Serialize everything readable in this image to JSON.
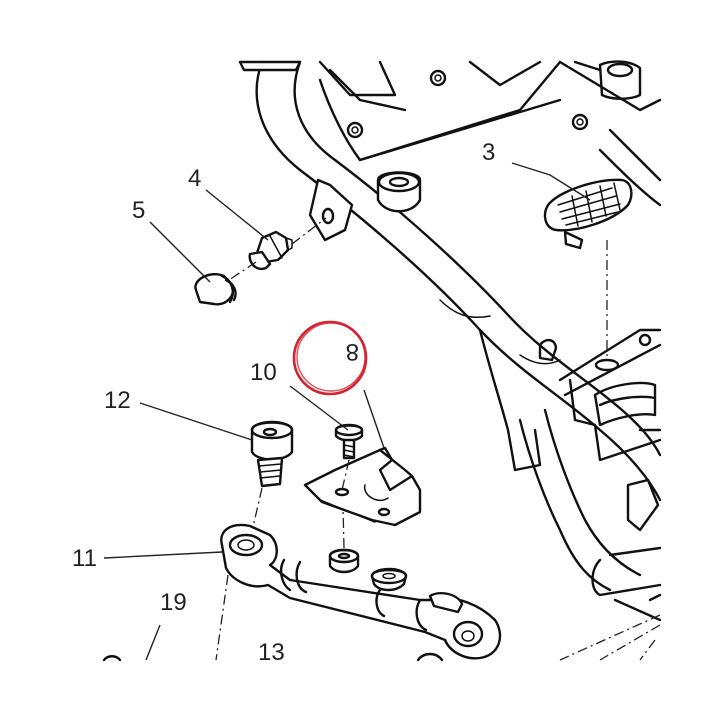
{
  "diagram": {
    "callouts": [
      {
        "id": "3",
        "text": "3"
      },
      {
        "id": "4",
        "text": "4"
      },
      {
        "id": "5",
        "text": "5"
      },
      {
        "id": "8",
        "text": "8"
      },
      {
        "id": "10",
        "text": "10"
      },
      {
        "id": "11",
        "text": "11"
      },
      {
        "id": "12",
        "text": "12"
      },
      {
        "id": "13",
        "text": "13"
      },
      {
        "id": "19",
        "text": "19"
      }
    ],
    "highlight_color": "#d4232f",
    "line_color": "#111111"
  }
}
